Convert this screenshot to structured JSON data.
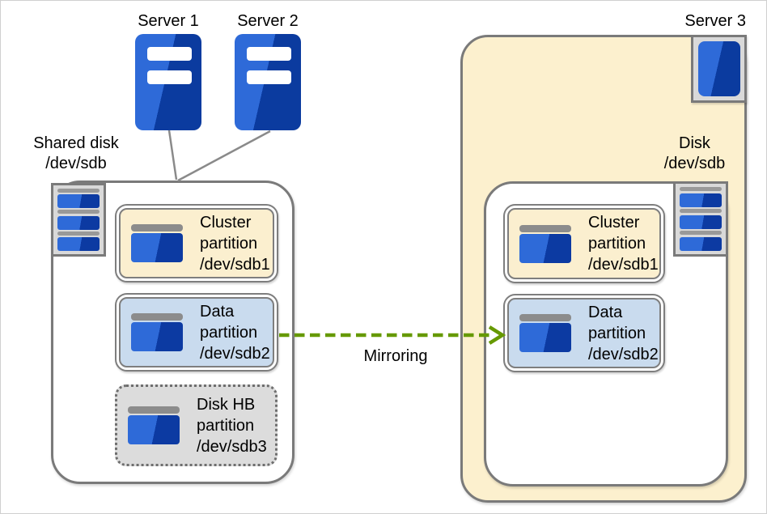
{
  "labels": {
    "server1": "Server 1",
    "server2": "Server 2",
    "server3": "Server 3",
    "shared_disk_line1": "Shared disk",
    "shared_disk_line2": "/dev/sdb",
    "disk_line1": "Disk",
    "disk_line2": "/dev/sdb",
    "mirroring": "Mirroring"
  },
  "shared_disk": {
    "partitions": [
      {
        "line1": "Cluster",
        "line2": "partition",
        "line3": "/dev/sdb1",
        "fill_type": "cream"
      },
      {
        "line1": "Data",
        "line2": "partition",
        "line3": "/dev/sdb2",
        "fill_type": "blue"
      },
      {
        "line1": "Disk HB",
        "line2": "partition",
        "line3": "/dev/sdb3",
        "fill_type": "gray-dotted"
      }
    ]
  },
  "server3_disk": {
    "partitions": [
      {
        "line1": "Cluster",
        "line2": "partition",
        "line3": "/dev/sdb1",
        "fill_type": "cream"
      },
      {
        "line1": "Data",
        "line2": "partition",
        "line3": "/dev/sdb2",
        "fill_type": "blue"
      }
    ]
  },
  "colors": {
    "server_blue_light": "#2E6AD8",
    "server_blue_dark": "#0B3B9F",
    "container_border": "#7A7A7A",
    "cream_fill": "#FBEFCF",
    "light_blue_fill": "#C9DBEE",
    "gray_fill": "#DCDCDC",
    "disk_icon_fill": "#D9D9D9",
    "mirroring_green": "#669900"
  }
}
